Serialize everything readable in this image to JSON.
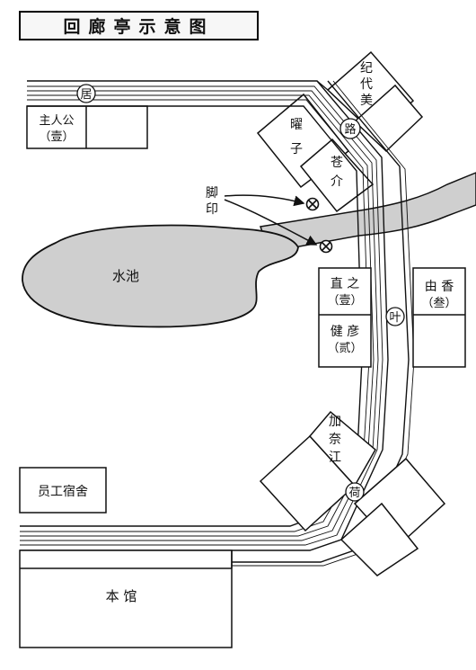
{
  "title": "回廊亭示意图",
  "rooms": {
    "zhurengong_1": "主人公",
    "zhurengong_2": "（壹）",
    "jidaimei": [
      "纪",
      "代",
      "美"
    ],
    "yaozi": [
      "曜",
      "子"
    ],
    "cangjie": [
      "苍",
      "介"
    ],
    "zhizhi_1": "直 之",
    "zhizhi_2": "（壹）",
    "jianyan_1": "健 彦",
    "jianyan_2": "（贰）",
    "youxiang_1": "由 香",
    "youxiang_2": "（叁）",
    "jianajiang": [
      "加",
      "奈",
      "江"
    ],
    "staff": "员工宿舍",
    "main_hall": "本  馆"
  },
  "corridor_markers": {
    "ju": "居",
    "lu": "路",
    "ye": "叶",
    "he": "荷"
  },
  "pond": "水池",
  "footprints_label": [
    "脚",
    "印"
  ]
}
